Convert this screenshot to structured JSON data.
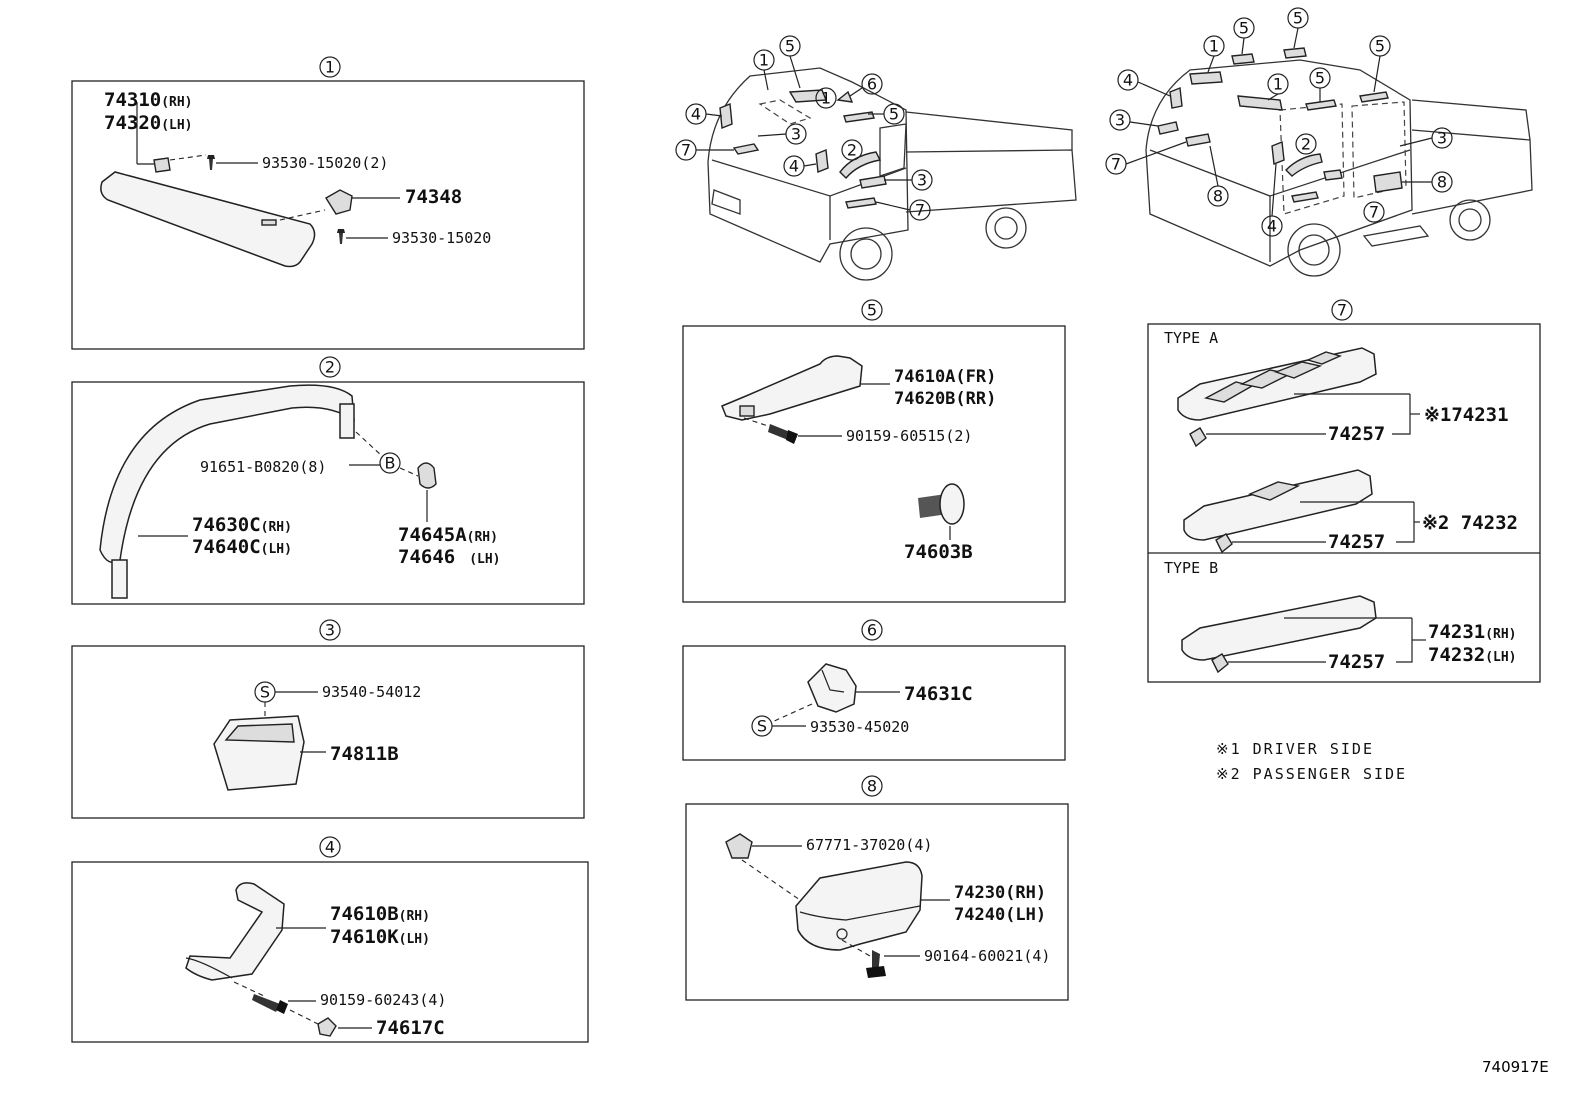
{
  "callout_numbers": [
    "1",
    "2",
    "3",
    "4",
    "5",
    "6",
    "7",
    "8"
  ],
  "panel1": {
    "num": "1",
    "p1a": "74310",
    "p1a_suffix": "(RH)",
    "p1b": "74320",
    "p1b_suffix": "(LH)",
    "screw1": "93530-15020(2)",
    "clip": "74348",
    "screw2": "93530-15020"
  },
  "panel2": {
    "num": "2",
    "screw": "91651-B0820(8)",
    "tag": "B",
    "p_a": "74630C",
    "p_a_suffix": "(RH)",
    "p_b": "74640C",
    "p_b_suffix": "(LH)",
    "cap_a": "74645A",
    "cap_a_suffix": "(RH)",
    "cap_b": "74646",
    "cap_b_suffix": "(LH)"
  },
  "panel3": {
    "num": "3",
    "tag": "S",
    "screw": "93540-54012",
    "part": "74811B"
  },
  "panel4": {
    "num": "4",
    "p_a": "74610B",
    "p_a_suffix": "(RH)",
    "p_b": "74610K",
    "p_b_suffix": "(LH)",
    "screw": "90159-60243(4)",
    "cap": "74617C"
  },
  "panel5": {
    "num": "5",
    "p_a": "74610A(FR)",
    "p_b": "74620B(RR)",
    "screw": "90159-60515(2)",
    "clip": "74603B"
  },
  "panel6": {
    "num": "6",
    "part": "74631C",
    "tag": "S",
    "screw": "93530-45020"
  },
  "panel7": {
    "num": "7",
    "type_a": "TYPE A",
    "type_b": "TYPE B",
    "clip1": "74257",
    "note1": "※174231",
    "clip2": "74257",
    "note2": "※2 74232",
    "clip3": "74257",
    "p_a": "74231",
    "p_a_suffix": "(RH)",
    "p_b": "74232",
    "p_b_suffix": "(LH)"
  },
  "panel8": {
    "num": "8",
    "clip": "67771-37020(4)",
    "p_a": "74230(RH)",
    "p_b": "74240(LH)",
    "screw": "90164-60021(4)"
  },
  "legend": {
    "driver": "※1 DRIVER SIDE",
    "passenger": "※2 PASSENGER SIDE"
  },
  "diagram_code": "740917E"
}
